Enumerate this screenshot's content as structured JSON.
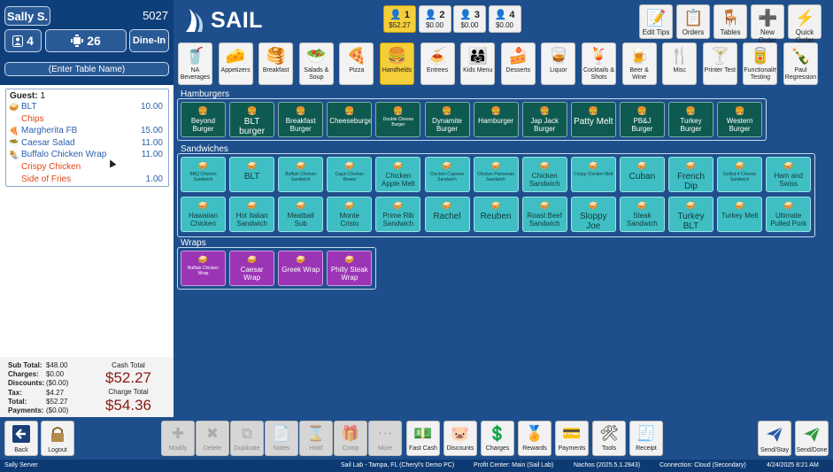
{
  "left": {
    "server": "Sally S.",
    "check_number": "5027",
    "guests": "4",
    "seats": "26",
    "service_type": "Dine-In",
    "table_placeholder": "(Enter Table Name)"
  },
  "order": {
    "guest_label": "Guest:",
    "guest_number": "1",
    "lines": [
      {
        "name": "BLT",
        "price": "10.00",
        "mod": false,
        "icon": "sandwich-icon"
      },
      {
        "name": "Chips",
        "price": "",
        "mod": true,
        "icon": ""
      },
      {
        "name": "Margherita FB",
        "price": "15.00",
        "mod": false,
        "icon": "pizza-icon"
      },
      {
        "name": "Caesar Salad",
        "price": "11.00",
        "mod": false,
        "icon": "salad-icon"
      },
      {
        "name": "Buffalo Chicken Wrap",
        "price": "11.00",
        "mod": false,
        "icon": "wrap-icon"
      },
      {
        "name": "Crispy Chicken",
        "price": "",
        "mod": true,
        "icon": ""
      },
      {
        "name": "Side of Fries",
        "price": "1.00",
        "mod": true,
        "icon": ""
      }
    ]
  },
  "totals": {
    "rows": [
      {
        "label": "Sub Total:",
        "value": "$48.00"
      },
      {
        "label": "Charges:",
        "value": "$0.00"
      },
      {
        "label": "Discounts:",
        "value": "($0.00)"
      },
      {
        "label": "Tax:",
        "value": "$4.27"
      },
      {
        "label": "Total:",
        "value": "$52.27"
      },
      {
        "label": "Payments:",
        "value": "($0.00)"
      }
    ],
    "cash_label": "Cash Total",
    "cash_value": "$52.27",
    "charge_label": "Charge Total",
    "charge_value": "$54.36"
  },
  "header": {
    "logo_text": "SAIL",
    "seats": [
      {
        "num": "1",
        "amount": "$52.27",
        "active": true
      },
      {
        "num": "2",
        "amount": "$0.00",
        "active": false
      },
      {
        "num": "3",
        "amount": "$0.00",
        "active": false
      },
      {
        "num": "4",
        "amount": "$0.00",
        "active": false
      }
    ],
    "tools": [
      {
        "label": "Edit Tips",
        "icon": "edit-tips-icon"
      },
      {
        "label": "Orders",
        "icon": "orders-icon"
      },
      {
        "label": "Tables",
        "icon": "tables-icon"
      },
      {
        "label": "New Order",
        "icon": "new-order-icon"
      },
      {
        "label": "Quick Order",
        "icon": "quick-order-icon"
      }
    ]
  },
  "categories": [
    {
      "label": "NA Beverages",
      "icon": "soda-icon",
      "active": false
    },
    {
      "label": "Appetizers",
      "icon": "appetizer-icon",
      "active": false
    },
    {
      "label": "Breakfast",
      "icon": "breakfast-icon",
      "active": false
    },
    {
      "label": "Salads & Soup",
      "icon": "salad-icon",
      "active": false
    },
    {
      "label": "Pizza",
      "icon": "pizza-icon",
      "active": false
    },
    {
      "label": "Handhelds",
      "icon": "burger-icon",
      "active": true
    },
    {
      "label": "Entrees",
      "icon": "entree-icon",
      "active": false
    },
    {
      "label": "Kids Menu",
      "icon": "kids-icon",
      "active": false
    },
    {
      "label": "Desserts",
      "icon": "dessert-icon",
      "active": false
    },
    {
      "label": "Liquor",
      "icon": "liquor-icon",
      "active": false
    },
    {
      "label": "Cocktails & Shots",
      "icon": "cocktail-icon",
      "active": false
    },
    {
      "label": "Beer & Wine",
      "icon": "beer-icon",
      "active": false
    },
    {
      "label": "Misc",
      "icon": "utensils-icon",
      "active": false
    },
    {
      "label": "Printer Test",
      "icon": "drink-icon",
      "active": false
    },
    {
      "label": "Functionality Testing",
      "icon": "can-icon",
      "active": false
    },
    {
      "label": "Paul Regression",
      "icon": "bottle-icon",
      "active": false
    }
  ],
  "menu": {
    "hamburgers_label": "Hamburgers",
    "hamburgers": [
      {
        "label": "Beyond Burger",
        "size": ""
      },
      {
        "label": "BLT burger",
        "size": "big"
      },
      {
        "label": "Breakfast Burger",
        "size": ""
      },
      {
        "label": "Cheeseburger",
        "size": ""
      },
      {
        "label": "Double Cheese Burger",
        "size": "tiny"
      },
      {
        "label": "Dynamite Burger",
        "size": ""
      },
      {
        "label": "Hamburger",
        "size": ""
      },
      {
        "label": "Jap Jack Burger",
        "size": ""
      },
      {
        "label": "Patty Melt",
        "size": "big"
      },
      {
        "label": "PB&J Burger",
        "size": ""
      },
      {
        "label": "Turkey Burger",
        "size": ""
      },
      {
        "label": "Western Burger",
        "size": ""
      }
    ],
    "sandwiches_label": "Sandwiches",
    "sandwiches": [
      {
        "label": "BBQ Chicken Sandwich",
        "size": "tiny"
      },
      {
        "label": "BLT",
        "size": "big"
      },
      {
        "label": "Buffalo Chicken Sandwich",
        "size": "tiny"
      },
      {
        "label": "Cajun Chicken Breast",
        "size": "tiny"
      },
      {
        "label": "Chicken Apple Melt",
        "size": ""
      },
      {
        "label": "Chicken Caprese Sandwich",
        "size": "tiny"
      },
      {
        "label": "Chicken Parmesan Sandwich",
        "size": "tiny"
      },
      {
        "label": "Chicken Sandwich",
        "size": ""
      },
      {
        "label": "Crispy Chicken Melt",
        "size": "tiny"
      },
      {
        "label": "Cuban",
        "size": "big"
      },
      {
        "label": "French Dip",
        "size": "big"
      },
      {
        "label": "Grilled 4 Cheese Sandwich",
        "size": "tiny"
      },
      {
        "label": "Ham and Swiss",
        "size": ""
      },
      {
        "label": "Hawaiian Chicken",
        "size": ""
      },
      {
        "label": "Hot Italian Sandwich",
        "size": ""
      },
      {
        "label": "Meatball Sub",
        "size": ""
      },
      {
        "label": "Monte Cristo",
        "size": ""
      },
      {
        "label": "Prime Rib Sandwich",
        "size": ""
      },
      {
        "label": "Rachel",
        "size": "big"
      },
      {
        "label": "Reuben",
        "size": "big"
      },
      {
        "label": "Roast Beef Sandwich",
        "size": ""
      },
      {
        "label": "Sloppy Joe",
        "size": "big"
      },
      {
        "label": "Steak Sandwich",
        "size": ""
      },
      {
        "label": "Turkey BLT",
        "size": "big"
      },
      {
        "label": "Turkey Melt",
        "size": ""
      },
      {
        "label": "Ultimate Pulled Pork",
        "size": ""
      }
    ],
    "wraps_label": "Wraps",
    "wraps": [
      {
        "label": "Buffalo Chicken Wrap",
        "size": "tiny"
      },
      {
        "label": "Caesar Wrap",
        "size": ""
      },
      {
        "label": "Greek Wrap",
        "size": ""
      },
      {
        "label": "Philly Steak Wrap",
        "size": ""
      }
    ]
  },
  "toolbar": {
    "back": "Back",
    "logout": "Logout",
    "actions": [
      {
        "label": "Modify",
        "icon": "plus-icon",
        "disabled": true
      },
      {
        "label": "Delete",
        "icon": "x-icon",
        "disabled": true
      },
      {
        "label": "Duplicate",
        "icon": "duplicate-icon",
        "disabled": true
      },
      {
        "label": "Notes",
        "icon": "notes-icon",
        "disabled": true
      },
      {
        "label": "Hold",
        "icon": "hourglass-icon",
        "disabled": true
      },
      {
        "label": "Comp",
        "icon": "gift-icon",
        "disabled": true
      },
      {
        "label": "More",
        "icon": "more-icon",
        "disabled": true
      },
      {
        "label": "Fast Cash",
        "icon": "cash-icon",
        "disabled": false
      },
      {
        "label": "Discounts",
        "icon": "piggy-bank-icon",
        "disabled": false
      },
      {
        "label": "Charges",
        "icon": "dollar-coin-icon",
        "disabled": false
      },
      {
        "label": "Rewards",
        "icon": "rewards-icon",
        "disabled": false
      },
      {
        "label": "Payments",
        "icon": "card-reader-icon",
        "disabled": false
      },
      {
        "label": "Tools",
        "icon": "tools-icon",
        "disabled": false
      },
      {
        "label": "Receipt",
        "icon": "receipt-icon",
        "disabled": false
      }
    ],
    "send_stay": "Send/Stay",
    "send_done": "Send/Done"
  },
  "status": {
    "user": "Sally Server",
    "location": "Sail Lab - Tampa, FL (Cheryl's Demo PC)",
    "profit_center": "Profit Center: Main (Sail Lab)",
    "version": "Nachos (2025.5.1.2843)",
    "connection": "Connection: Cloud (Secondary)",
    "datetime": "4/24/2025 8:21 AM"
  },
  "colors": {
    "background": "#1e4f8c",
    "active_yellow": "#f4cf3a",
    "burger_teal": "#0e5a50",
    "sandwich_cyan": "#3fbfc4",
    "wrap_purple": "#9b34b5",
    "price_red": "#8a1a10"
  }
}
